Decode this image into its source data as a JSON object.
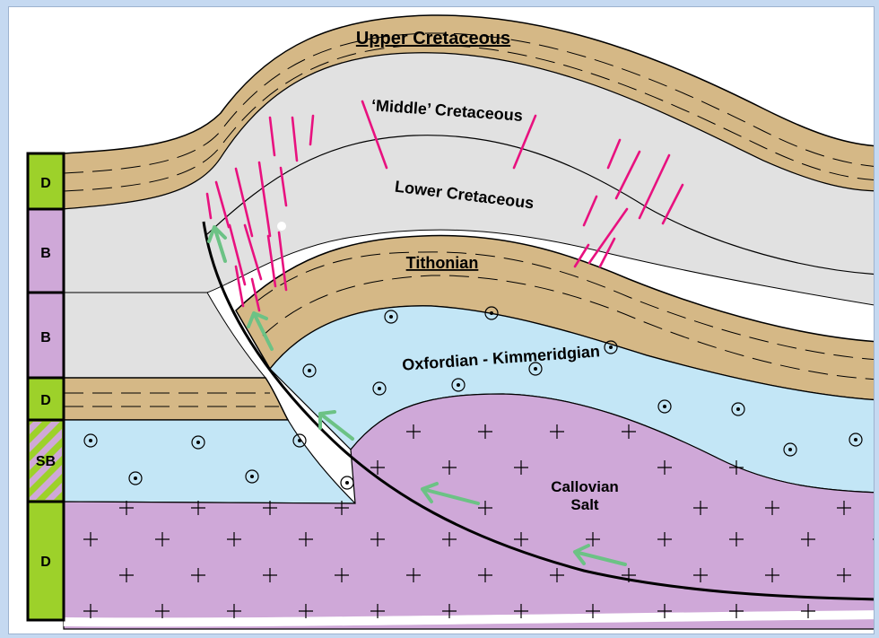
{
  "colors": {
    "sand": "#d5b886",
    "shale": "#e1e1e1",
    "oxfordian": "#c3e6f6",
    "salt": "#cfa8d8",
    "column_D": "#9dd12a",
    "column_B": "#cfa8d8",
    "fracture": "#e8117f",
    "arrow": "#6cc285"
  },
  "layers": {
    "upper_cretaceous": "Upper Cretaceous",
    "middle_cretaceous": "‘Middle’ Cretaceous",
    "lower_cretaceous": "Lower Cretaceous",
    "tithonian": "Tithonian",
    "oxfordian_kimmeridgian": "Oxfordian - Kimmeridgian",
    "callovian_salt_line1": "Callovian",
    "callovian_salt_line2": "Salt"
  },
  "column": {
    "cells": [
      "D",
      "B",
      "B",
      "D",
      "SB",
      "D"
    ]
  }
}
